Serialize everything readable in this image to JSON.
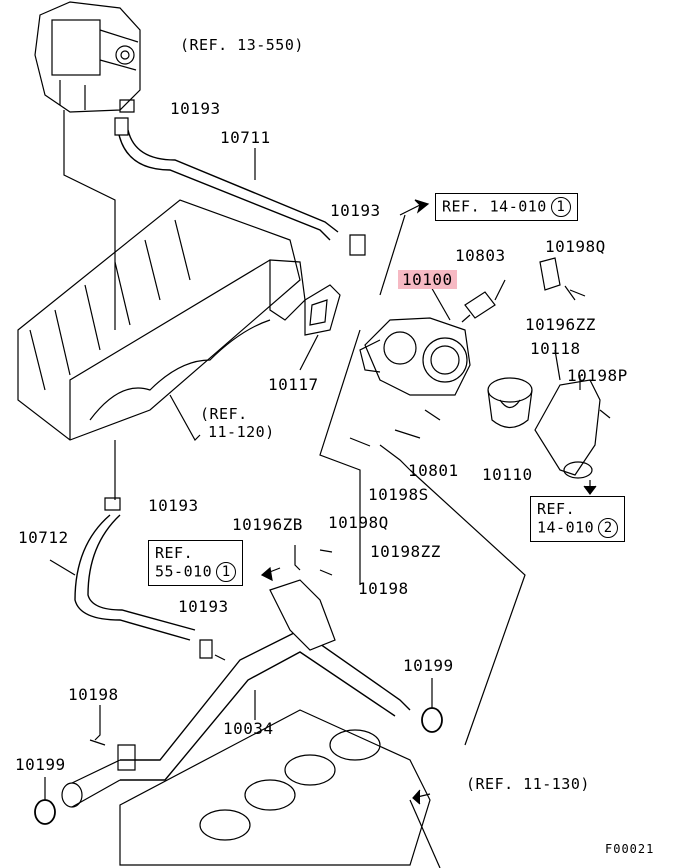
{
  "highlight_color": "#f6b9c3",
  "refs": {
    "r13550": "(REF. 13-550)",
    "r11120a": "(REF.",
    "r11120b": "11-120)",
    "r11130": "(REF. 11-130)"
  },
  "boxed_refs": {
    "b14010_1": {
      "text": "REF. 14-010",
      "num": "1"
    },
    "b14010_2a": "REF.",
    "b14010_2b": {
      "text": "14-010",
      "num": "2"
    },
    "b55010a": "REF.",
    "b55010b": {
      "text": "55-010",
      "num": "1"
    }
  },
  "parts": {
    "p10193_top": "10193",
    "p10711": "10711",
    "p10193_mid": "10193",
    "p10803": "10803",
    "p10198Q_top": "10198Q",
    "p10100": "10100",
    "p10196ZZ": "10196ZZ",
    "p10118": "10118",
    "p10198P": "10198P",
    "p10117": "10117",
    "p10801": "10801",
    "p10110": "10110",
    "p10198S": "10198S",
    "p10193_low": "10193",
    "p10712": "10712",
    "p10196ZB": "10196ZB",
    "p10198Q_low": "10198Q",
    "p10198ZZ": "10198ZZ",
    "p10198": "10198",
    "p10193_hose": "10193",
    "p10199_right": "10199",
    "p10198_left": "10198",
    "p10034": "10034",
    "p10199_left": "10199"
  },
  "figure_code": "F00021"
}
